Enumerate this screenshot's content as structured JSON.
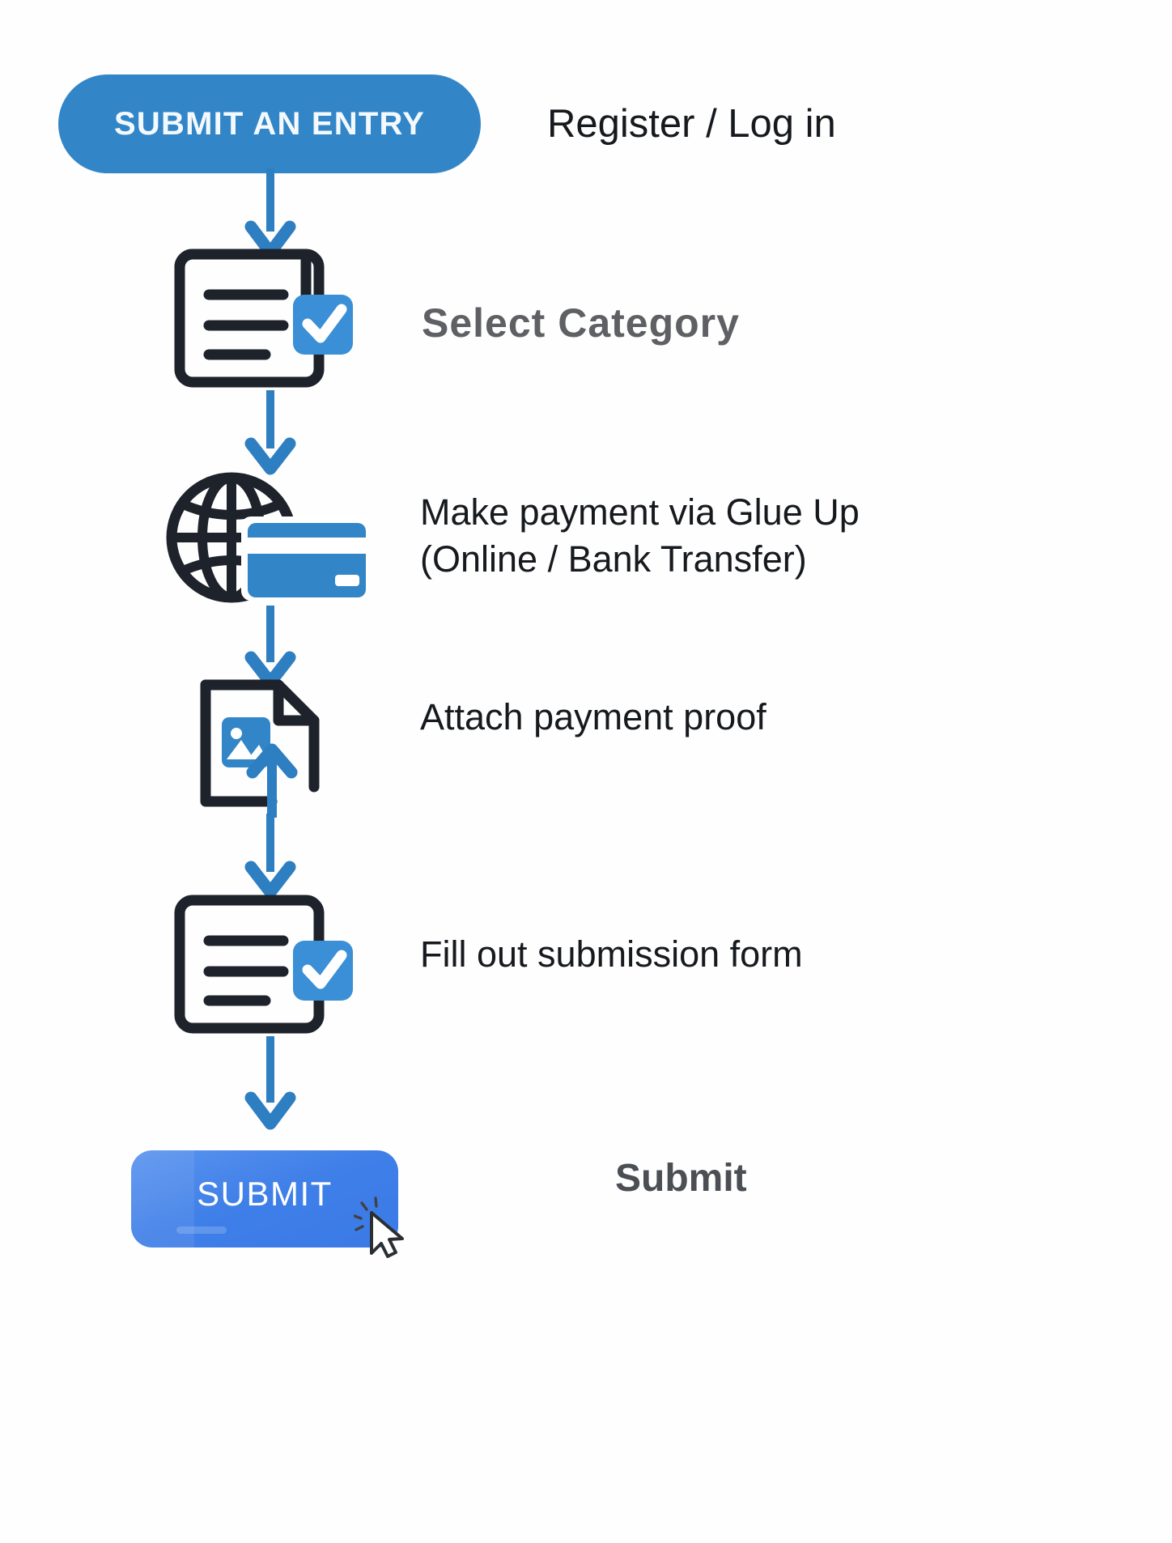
{
  "page": {
    "title": "Submit an Entry - Process Flow",
    "background_color": "#fefefe"
  },
  "colors": {
    "primary_blue": "#3286c8",
    "arrow_blue": "#2e7ec2",
    "accent_blue": "#3b8fd6",
    "submit_blue": "#3f7fe8",
    "dark_ink": "#1e222b",
    "label_gray": "#5e6064",
    "text_black": "#16191d"
  },
  "flow": {
    "start_button": {
      "label": "SUBMIT AN ENTRY",
      "icon": "pill-button"
    },
    "steps": [
      {
        "id": "register",
        "icon": "pill-button-icon",
        "label": "Register / Log in"
      },
      {
        "id": "select-category",
        "icon": "document-checkbox-icon",
        "label": "Select  Category"
      },
      {
        "id": "make-payment",
        "icon": "globe-credit-card-icon",
        "label": "Make payment via Glue Up\n(Online / Bank Transfer)",
        "label_line1": "Make payment via Glue Up",
        "label_line2": "(Online / Bank Transfer)"
      },
      {
        "id": "attach-proof",
        "icon": "document-image-upload-icon",
        "label": "Attach payment proof"
      },
      {
        "id": "fill-form",
        "icon": "document-checkbox-icon",
        "label": "Fill out submission form"
      },
      {
        "id": "submit",
        "icon": "submit-button-icon",
        "label": "Submit"
      }
    ],
    "end_button": {
      "label": "SUBMIT",
      "cursor_icon": "mouse-click-cursor-icon"
    }
  }
}
